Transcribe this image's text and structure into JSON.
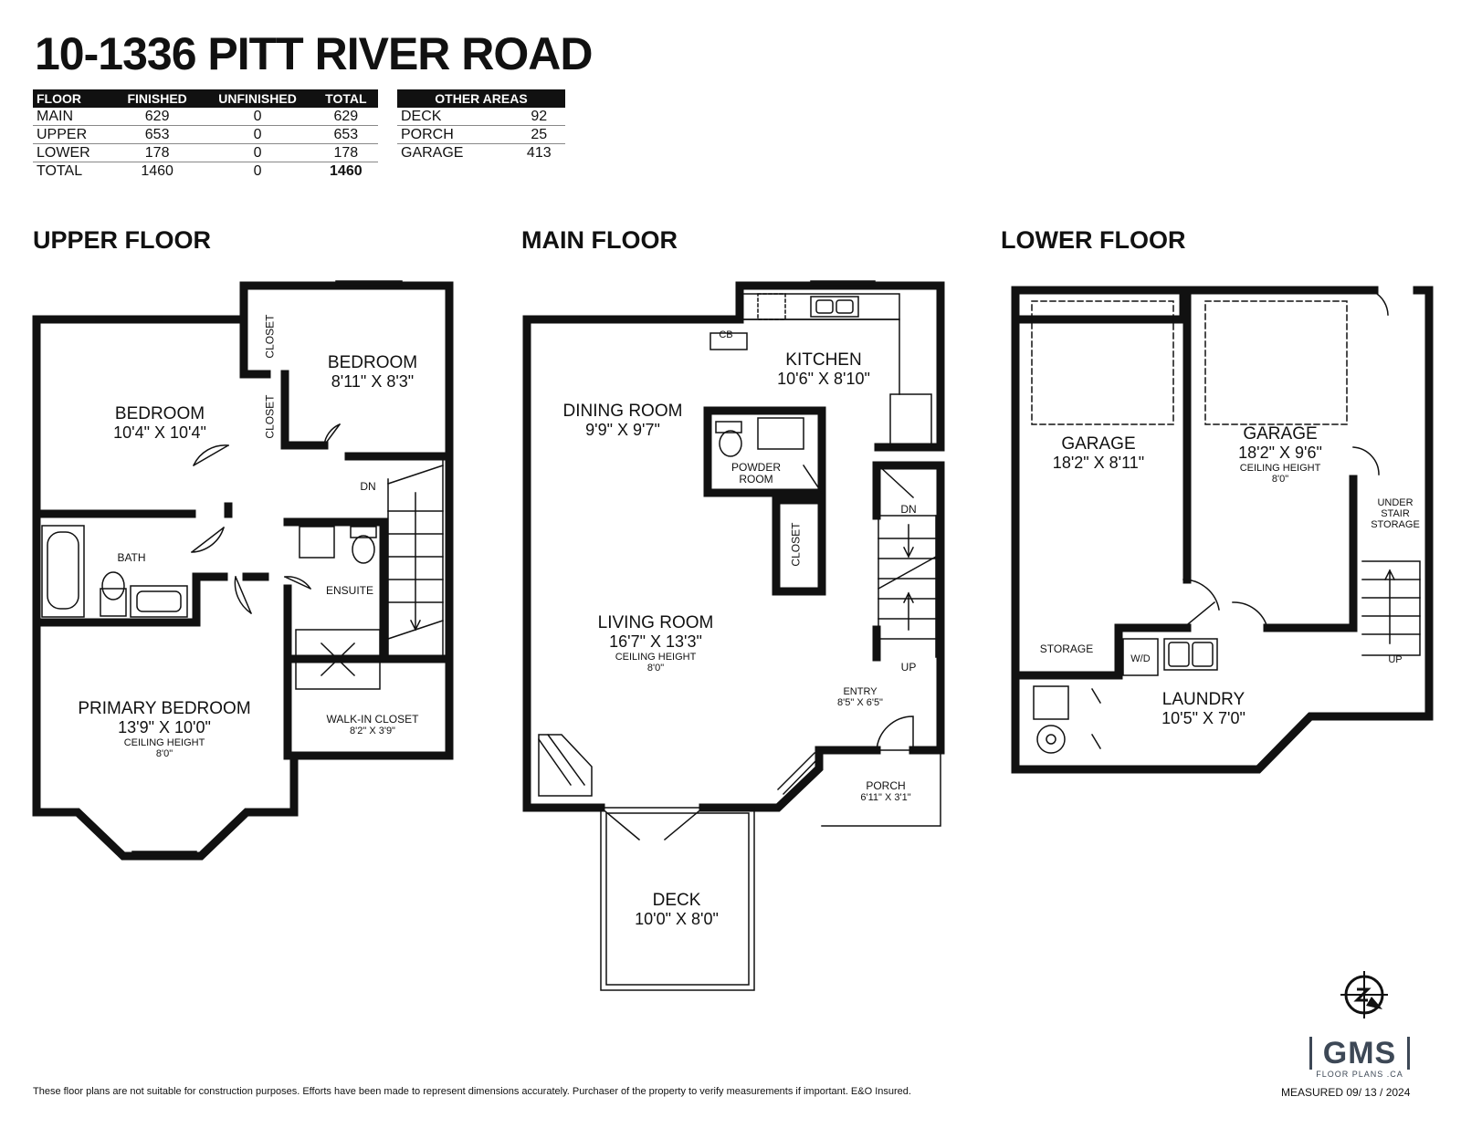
{
  "title": "10-1336 PITT RIVER ROAD",
  "area_table": {
    "headers": [
      "FLOOR",
      "FINISHED",
      "UNFINISHED",
      "TOTAL"
    ],
    "rows": [
      [
        "MAIN",
        "629",
        "0",
        "629"
      ],
      [
        "UPPER",
        "653",
        "0",
        "653"
      ],
      [
        "LOWER",
        "178",
        "0",
        "178"
      ],
      [
        "TOTAL",
        "1460",
        "0",
        "1460"
      ]
    ]
  },
  "other_areas": {
    "header": "OTHER AREAS",
    "rows": [
      [
        "DECK",
        "92"
      ],
      [
        "PORCH",
        "25"
      ],
      [
        "GARAGE",
        "413"
      ]
    ]
  },
  "floors": {
    "upper": {
      "heading": "UPPER FLOOR",
      "rooms": [
        {
          "name": "BEDROOM",
          "dims": "10'4\" X 10'4\""
        },
        {
          "name": "BEDROOM",
          "dims": "8'11\" X 8'3\""
        },
        {
          "name": "CLOSET"
        },
        {
          "name": "CLOSET"
        },
        {
          "name": "BATH"
        },
        {
          "name": "ENSUITE"
        },
        {
          "name": "DN"
        },
        {
          "name": "PRIMARY BEDROOM",
          "dims": "13'9\" X 10'0\"",
          "ceiling": "CEILING HEIGHT",
          "ceiling_value": "8'0\""
        },
        {
          "name": "WALK-IN CLOSET",
          "dims": "8'2\" X 3'9\""
        }
      ]
    },
    "main": {
      "heading": "MAIN FLOOR",
      "rooms": [
        {
          "name": "CB"
        },
        {
          "name": "KITCHEN",
          "dims": "10'6\" X 8'10\""
        },
        {
          "name": "DINING ROOM",
          "dims": "9'9\" X 9'7\""
        },
        {
          "name": "POWDER",
          "name2": "ROOM"
        },
        {
          "name": "CLOSET"
        },
        {
          "name": "DN"
        },
        {
          "name": "UP"
        },
        {
          "name": "LIVING ROOM",
          "dims": "16'7\" X 13'3\"",
          "ceiling": "CEILING HEIGHT",
          "ceiling_value": "8'0\""
        },
        {
          "name": "ENTRY",
          "dims": "8'5\" X 6'5\""
        },
        {
          "name": "PORCH",
          "dims": "6'11\" X 3'1\""
        },
        {
          "name": "DECK",
          "dims": "10'0\" X 8'0\""
        }
      ]
    },
    "lower": {
      "heading": "LOWER FLOOR",
      "rooms": [
        {
          "name": "GARAGE",
          "dims": "18'2\" X 8'11\""
        },
        {
          "name": "GARAGE",
          "dims": "18'2\" X 9'6\"",
          "ceiling": "CEILING HEIGHT",
          "ceiling_value": "8'0\""
        },
        {
          "name": "UNDER",
          "name2": "STAIR",
          "name3": "STORAGE"
        },
        {
          "name": "STORAGE"
        },
        {
          "name": "W/D"
        },
        {
          "name": "UP"
        },
        {
          "name": "LAUNDRY",
          "dims": "10'5\" X 7'0\""
        }
      ]
    }
  },
  "footer": {
    "disclaimer": "These floor plans are not suitable for construction purposes. Efforts have been made to represent dimensions accurately.  Purchaser of the property to verify measurements if important.  E&O Insured.",
    "measured": "MEASURED     09/ 13 / 2024",
    "logo": "GMS",
    "logo_sub": "FLOOR PLANS .CA"
  },
  "colors": {
    "wall": "#111111",
    "text": "#111111",
    "logo": "#3d4856"
  }
}
